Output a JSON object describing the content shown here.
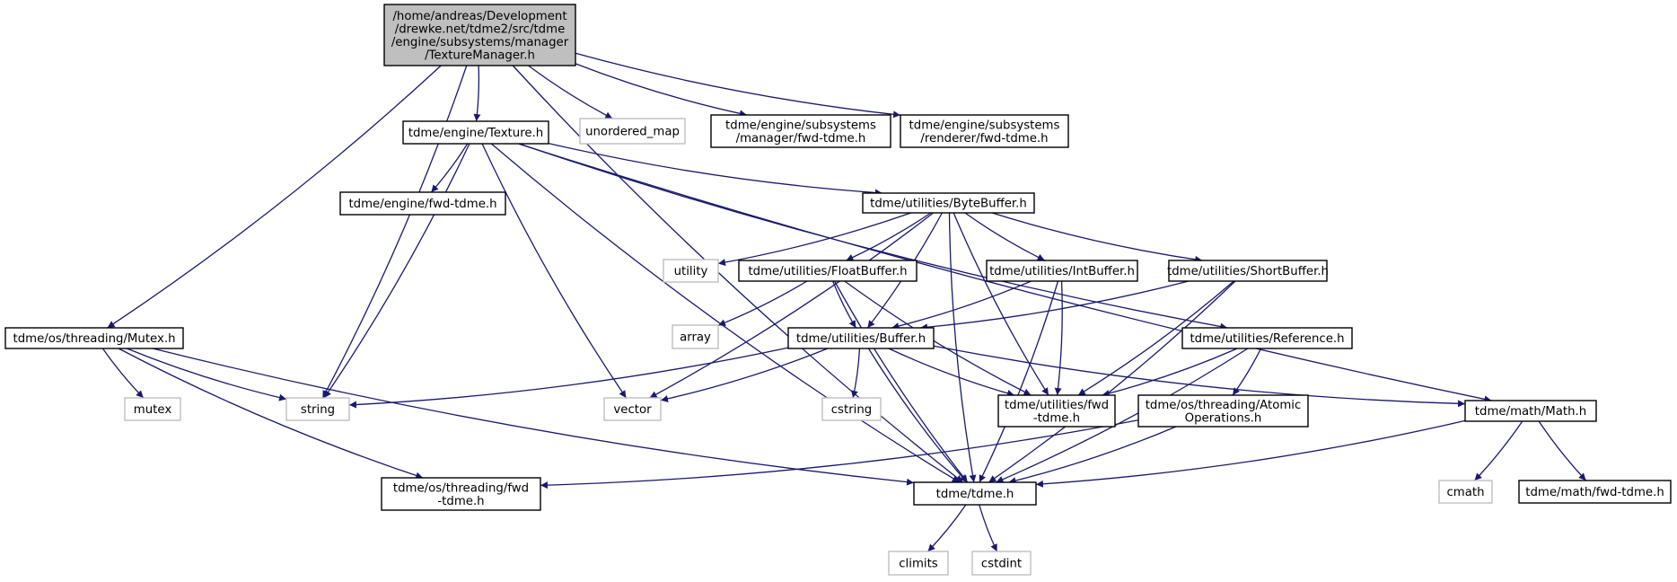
{
  "colors": {
    "edge": "#191970",
    "border": "#000000",
    "external_border": "#bfbfbf",
    "highlight_fill": "#bfbfbf",
    "background": "#ffffff"
  },
  "nodes": {
    "root": {
      "lines": [
        "/home/andreas/Development",
        "/drewke.net/tdme2/src/tdme",
        "/engine/subsystems/manager",
        "/TextureManager.h"
      ],
      "kind": "highlight"
    },
    "texture": {
      "lines": [
        "tdme/engine/Texture.h"
      ],
      "kind": "header"
    },
    "unordered_map": {
      "lines": [
        "unordered_map"
      ],
      "kind": "external"
    },
    "manager_fwd": {
      "lines": [
        "tdme/engine/subsystems",
        "/manager/fwd-tdme.h"
      ],
      "kind": "header"
    },
    "renderer_fwd": {
      "lines": [
        "tdme/engine/subsystems",
        "/renderer/fwd-tdme.h"
      ],
      "kind": "header"
    },
    "engine_fwd": {
      "lines": [
        "tdme/engine/fwd-tdme.h"
      ],
      "kind": "header"
    },
    "bytebuffer": {
      "lines": [
        "tdme/utilities/ByteBuffer.h"
      ],
      "kind": "header"
    },
    "utility": {
      "lines": [
        "utility"
      ],
      "kind": "external"
    },
    "floatbuffer": {
      "lines": [
        "tdme/utilities/FloatBuffer.h"
      ],
      "kind": "header"
    },
    "intbuffer": {
      "lines": [
        "tdme/utilities/IntBuffer.h"
      ],
      "kind": "header"
    },
    "shortbuffer": {
      "lines": [
        "tdme/utilities/ShortBuffer.h"
      ],
      "kind": "header"
    },
    "mutex_h": {
      "lines": [
        "tdme/os/threading/Mutex.h"
      ],
      "kind": "header"
    },
    "array": {
      "lines": [
        "array"
      ],
      "kind": "external"
    },
    "buffer": {
      "lines": [
        "tdme/utilities/Buffer.h"
      ],
      "kind": "header"
    },
    "reference": {
      "lines": [
        "tdme/utilities/Reference.h"
      ],
      "kind": "header"
    },
    "mutex": {
      "lines": [
        "mutex"
      ],
      "kind": "external"
    },
    "string": {
      "lines": [
        "string"
      ],
      "kind": "external"
    },
    "vector": {
      "lines": [
        "vector"
      ],
      "kind": "external"
    },
    "cstring": {
      "lines": [
        "cstring"
      ],
      "kind": "external"
    },
    "utilities_fwd": {
      "lines": [
        "tdme/utilities/fwd",
        "-tdme.h"
      ],
      "kind": "header"
    },
    "atomic": {
      "lines": [
        "tdme/os/threading/Atomic",
        "Operations.h"
      ],
      "kind": "header"
    },
    "math": {
      "lines": [
        "tdme/math/Math.h"
      ],
      "kind": "header"
    },
    "threading_fwd": {
      "lines": [
        "tdme/os/threading/fwd",
        "-tdme.h"
      ],
      "kind": "header"
    },
    "tdme": {
      "lines": [
        "tdme/tdme.h"
      ],
      "kind": "header"
    },
    "cmath": {
      "lines": [
        "cmath"
      ],
      "kind": "external"
    },
    "math_fwd": {
      "lines": [
        "tdme/math/fwd-tdme.h"
      ],
      "kind": "header"
    },
    "climits": {
      "lines": [
        "climits"
      ],
      "kind": "external"
    },
    "cstdint": {
      "lines": [
        "cstdint"
      ],
      "kind": "external"
    }
  },
  "edges": [
    [
      "root",
      "mutex_h"
    ],
    [
      "root",
      "string"
    ],
    [
      "root",
      "tdme"
    ],
    [
      "root",
      "texture"
    ],
    [
      "root",
      "unordered_map"
    ],
    [
      "root",
      "manager_fwd"
    ],
    [
      "root",
      "renderer_fwd"
    ],
    [
      "texture",
      "string"
    ],
    [
      "texture",
      "engine_fwd"
    ],
    [
      "texture",
      "tdme"
    ],
    [
      "texture",
      "vector"
    ],
    [
      "texture",
      "bytebuffer"
    ],
    [
      "texture",
      "reference"
    ],
    [
      "texture",
      "math"
    ],
    [
      "bytebuffer",
      "vector"
    ],
    [
      "bytebuffer",
      "utility"
    ],
    [
      "bytebuffer",
      "floatbuffer"
    ],
    [
      "bytebuffer",
      "buffer"
    ],
    [
      "bytebuffer",
      "intbuffer"
    ],
    [
      "bytebuffer",
      "shortbuffer"
    ],
    [
      "bytebuffer",
      "utilities_fwd"
    ],
    [
      "bytebuffer",
      "tdme"
    ],
    [
      "floatbuffer",
      "array"
    ],
    [
      "floatbuffer",
      "buffer"
    ],
    [
      "floatbuffer",
      "utilities_fwd"
    ],
    [
      "floatbuffer",
      "tdme"
    ],
    [
      "intbuffer",
      "buffer"
    ],
    [
      "intbuffer",
      "utilities_fwd"
    ],
    [
      "intbuffer",
      "tdme"
    ],
    [
      "shortbuffer",
      "buffer"
    ],
    [
      "shortbuffer",
      "utilities_fwd"
    ],
    [
      "shortbuffer",
      "tdme"
    ],
    [
      "buffer",
      "string"
    ],
    [
      "buffer",
      "vector"
    ],
    [
      "buffer",
      "cstring"
    ],
    [
      "buffer",
      "utilities_fwd"
    ],
    [
      "buffer",
      "tdme"
    ],
    [
      "buffer",
      "math"
    ],
    [
      "reference",
      "utilities_fwd"
    ],
    [
      "reference",
      "atomic"
    ],
    [
      "reference",
      "tdme"
    ],
    [
      "atomic",
      "threading_fwd"
    ],
    [
      "atomic",
      "tdme"
    ],
    [
      "mutex_h",
      "mutex"
    ],
    [
      "mutex_h",
      "string"
    ],
    [
      "mutex_h",
      "threading_fwd"
    ],
    [
      "mutex_h",
      "tdme"
    ],
    [
      "math",
      "tdme"
    ],
    [
      "math",
      "cmath"
    ],
    [
      "math",
      "math_fwd"
    ],
    [
      "tdme",
      "climits"
    ],
    [
      "tdme",
      "cstdint"
    ]
  ]
}
